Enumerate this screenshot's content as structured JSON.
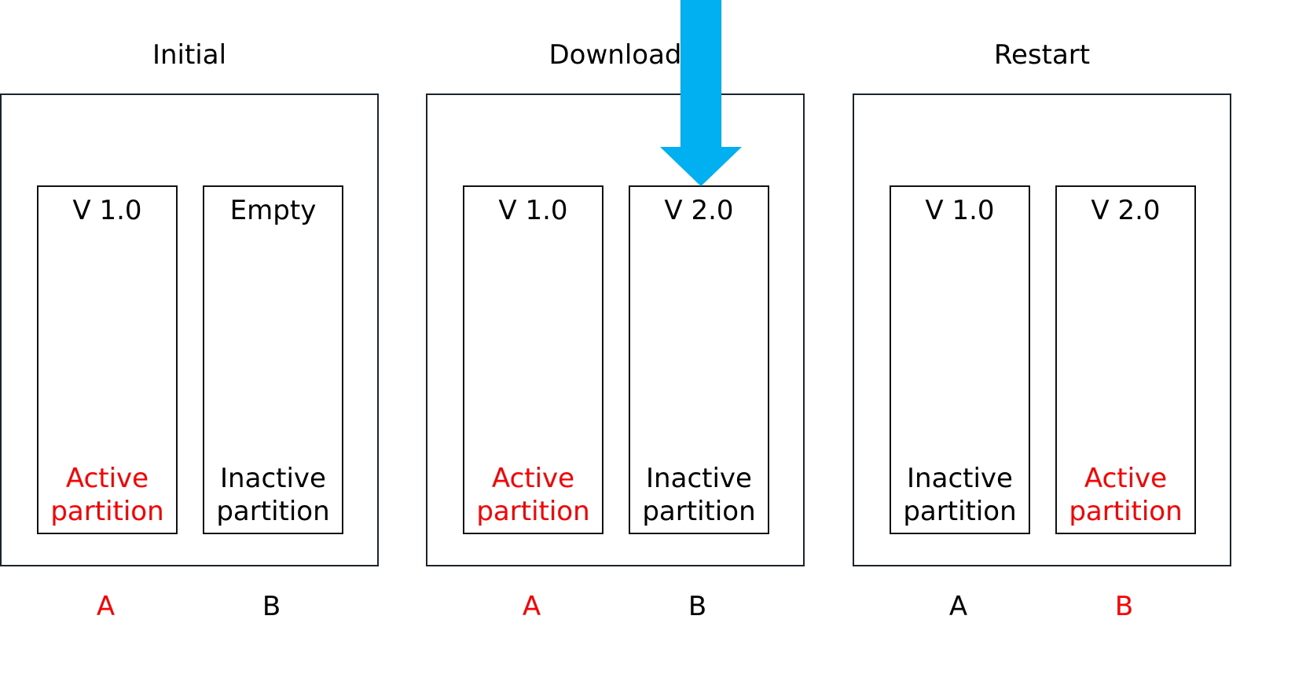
{
  "colors": {
    "active": "#ff0000",
    "inactive": "#000000",
    "arrow": "#00b0f0",
    "border": "#1a2430"
  },
  "stages": [
    {
      "title": "Initial",
      "partitions": [
        {
          "version": "V 1.0",
          "status": "Active\npartition",
          "active": true
        },
        {
          "version": "Empty",
          "status": "Inactive\npartition",
          "active": false
        }
      ],
      "slots": [
        {
          "label": "A",
          "active": true
        },
        {
          "label": "B",
          "active": false
        }
      ]
    },
    {
      "title": "Download",
      "partitions": [
        {
          "version": "V 1.0",
          "status": "Active\npartition",
          "active": true
        },
        {
          "version": "V 2.0",
          "status": "Inactive\npartition",
          "active": false
        }
      ],
      "slots": [
        {
          "label": "A",
          "active": true
        },
        {
          "label": "B",
          "active": false
        }
      ]
    },
    {
      "title": "Restart",
      "partitions": [
        {
          "version": "V 1.0",
          "status": "Inactive\npartition",
          "active": false
        },
        {
          "version": "V 2.0",
          "status": "Active\npartition",
          "active": true
        }
      ],
      "slots": [
        {
          "label": "A",
          "active": false
        },
        {
          "label": "B",
          "active": true
        }
      ]
    }
  ],
  "arrow_icon": "download-arrow-icon"
}
